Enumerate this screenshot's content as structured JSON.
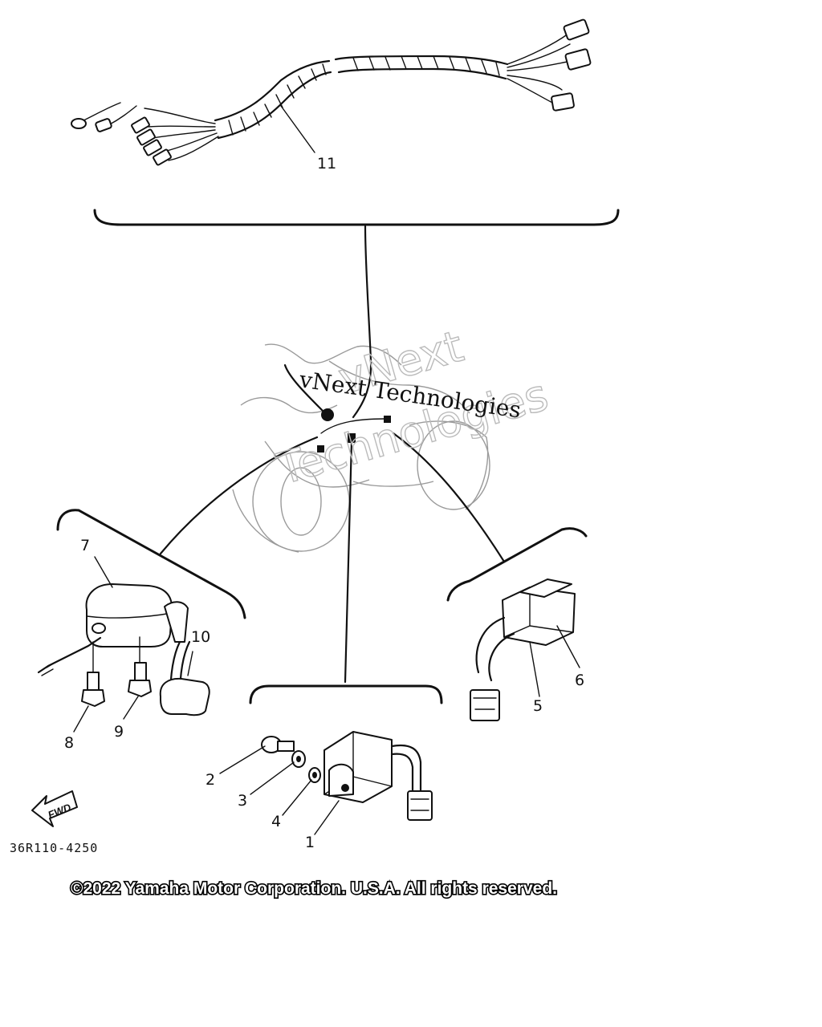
{
  "watermark": {
    "large_line1": "vNext",
    "large_line2": "Technologies",
    "small": "vNext Technologies"
  },
  "labels": {
    "p1": "1",
    "p2": "2",
    "p3": "3",
    "p4": "4",
    "p5": "5",
    "p6": "6",
    "p7": "7",
    "p8": "8",
    "p9": "9",
    "p10": "10",
    "p11": "11"
  },
  "fwd": "FWD",
  "reference_code": "36R110-4250",
  "copyright": "©2022 Yamaha Motor Corporation. U.S.A. All rights reserved."
}
